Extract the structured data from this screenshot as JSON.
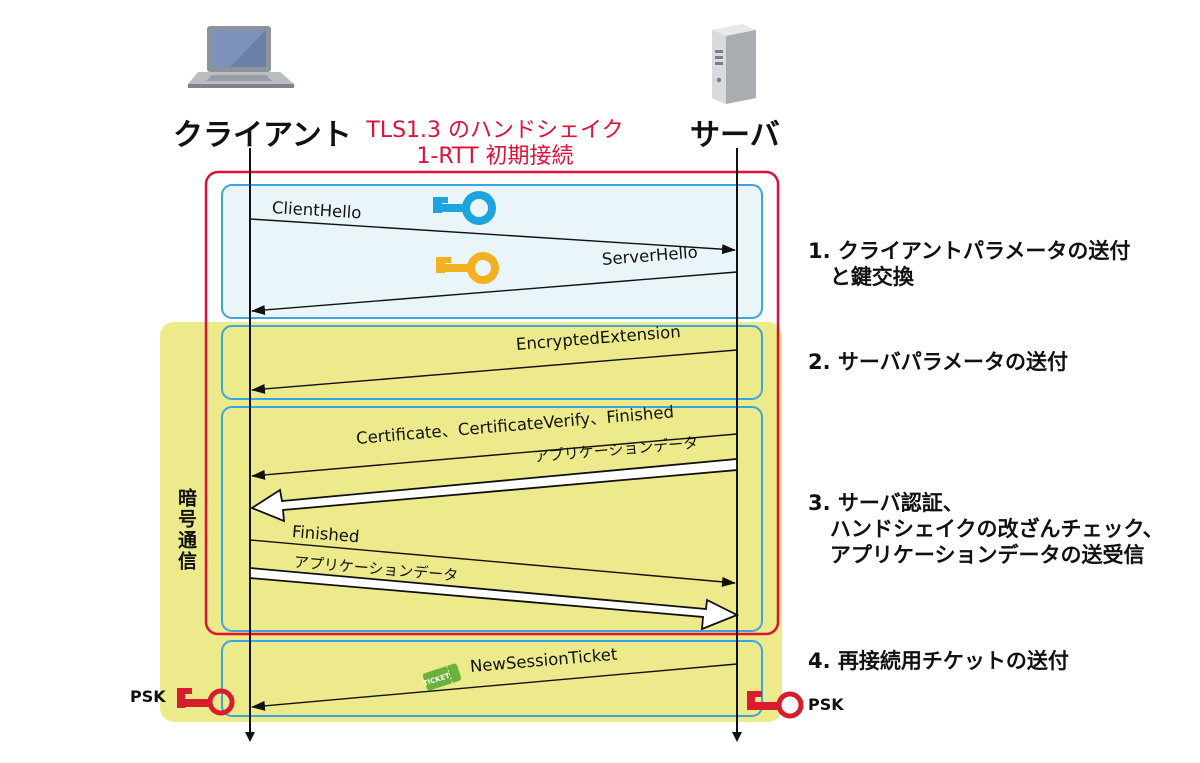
{
  "title": {
    "line1": "TLS1.3 のハンドシェイク",
    "line2": "1-RTT 初期接続"
  },
  "actors": {
    "client": "クライアント",
    "server": "サーバ"
  },
  "encrypted_label": "暗号通信",
  "messages": {
    "client_hello": "ClientHello",
    "server_hello": "ServerHello",
    "encrypted_extension": "EncryptedExtension",
    "certificate": "Certificate、CertificateVerify、Finished",
    "app_data_server": "アプリケーションデータ",
    "finished_client": "Finished",
    "app_data_client": "アプリケーションデータ",
    "new_session_ticket": "NewSessionTicket"
  },
  "steps": [
    "1. クライアントパラメータの送付\n   と鍵交換",
    "2. サーバパラメータの送付",
    "3. サーバ認証、\n   ハンドシェイクの改ざんチェック、\n   アプリケーションデータの送受信",
    "4. 再接続用チケットの送付"
  ],
  "psk": {
    "client": "PSK",
    "server": "PSK"
  },
  "ticket_text": "TICKET",
  "colors": {
    "title_red": "#e0103a",
    "frame_red": "#e0103a",
    "phase_blue": "#3aa6dc",
    "phase1_fill": "#eaf5fa",
    "encrypted_yellow": "#ecea8a",
    "client_key": "#1ea3dc",
    "server_key": "#f3b020",
    "psk_key": "#d81b2e",
    "ticket_green": "#6ab23c"
  },
  "icons": [
    "laptop-icon",
    "server-icon",
    "blue-key-icon",
    "orange-key-icon",
    "psk-key-icon",
    "ticket-icon"
  ]
}
